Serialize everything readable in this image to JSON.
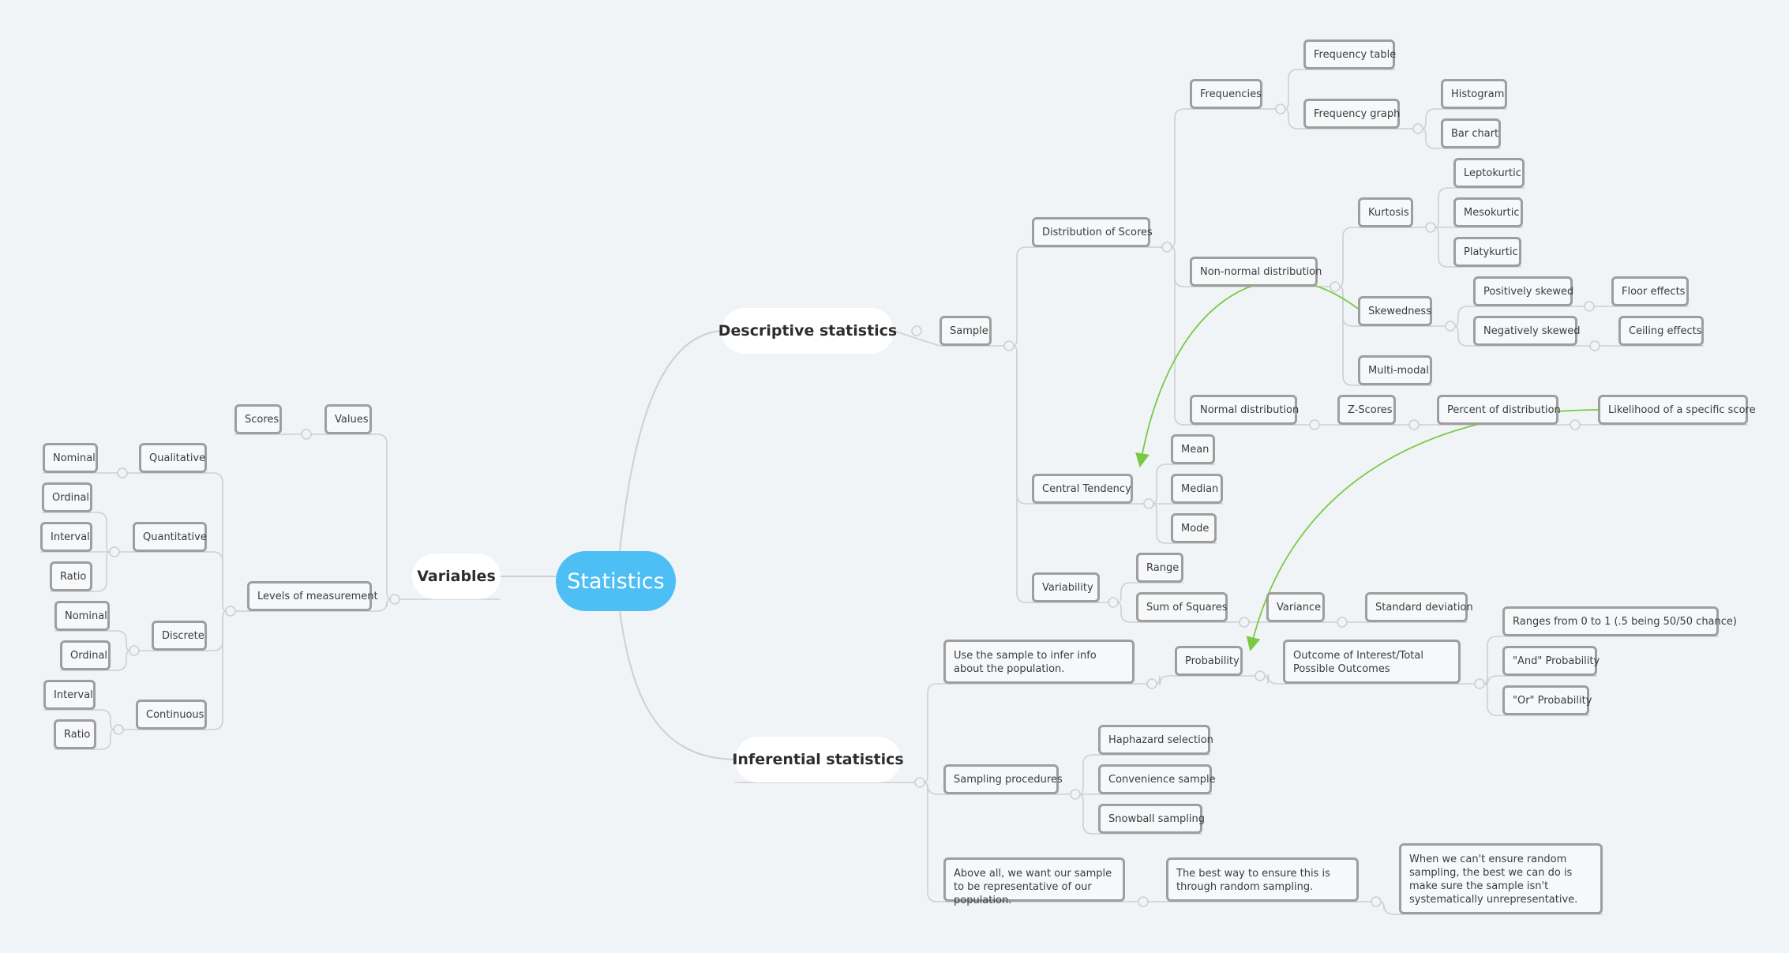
{
  "mindmap": {
    "root": "Statistics",
    "branches": {
      "descriptive": "Descriptive statistics",
      "inferential": "Inferential statistics",
      "variables": "Variables"
    },
    "nodes": {
      "sample": "Sample",
      "distribution": "Distribution of Scores",
      "frequencies": "Frequencies",
      "freq_table": "Frequency table",
      "freq_graph": "Frequency graph",
      "histogram": "Histogram",
      "bar_chart": "Bar chart",
      "non_normal": "Non-normal distribution",
      "kurtosis": "Kurtosis",
      "leptokurtic": "Leptokurtic",
      "mesokurtic": "Mesokurtic",
      "platykurtic": "Platykurtic",
      "skewedness": "Skewedness",
      "pos_skewed": "Positively skewed",
      "neg_skewed": "Negatively skewed",
      "floor": "Floor effects",
      "ceiling": "Ceiling effects",
      "multimodal": "Multi-modal",
      "normal": "Normal distribution",
      "zscores": "Z-Scores",
      "percent": "Percent of distribution",
      "likelihood": "Likelihood of a specific score",
      "central": "Central Tendency",
      "mean": "Mean",
      "median": "Median",
      "mode": "Mode",
      "variability": "Variability",
      "range": "Range",
      "sum_squares": "Sum of Squares",
      "variance": "Variance",
      "std_dev": "Standard deviation",
      "use_sample": "Use the sample to infer info about the population.",
      "probability": "Probability",
      "outcome": "Outcome of Interest/Total Possible Outcomes",
      "ranges": "Ranges from 0 to 1 (.5 being 50/50 chance)",
      "and_prob": "\"And\" Probability",
      "or_prob": "\"Or\" Probability",
      "sampling": "Sampling procedures",
      "haphazard": "Haphazard selection",
      "convenience": "Convenience sample",
      "snowball": "Snowball sampling",
      "above_all": "Above all, we want our sample to be representative of our population.",
      "best_way": "The best way to ensure this is through random sampling.",
      "cant_ensure": "When we can't ensure random sampling, the best we can do is make sure the sample isn't systematically unrepresentative.",
      "scores": "Scores",
      "values": "Values",
      "levels": "Levels of measurement",
      "qualitative": "Qualitative",
      "quantitative": "Quantitative",
      "discrete": "Discrete",
      "continuous": "Continuous",
      "nominal_1": "Nominal",
      "ordinal_1": "Ordinal",
      "interval_1": "Interval",
      "ratio_1": "Ratio",
      "nominal_2": "Nominal",
      "ordinal_2": "Ordinal",
      "interval_2": "Interval",
      "ratio_2": "Ratio"
    }
  },
  "colors": {
    "root": "#4dbff5",
    "connector": "#cfcfcf",
    "relationship": "#7ac943",
    "node_border": "#9e9e9e"
  }
}
